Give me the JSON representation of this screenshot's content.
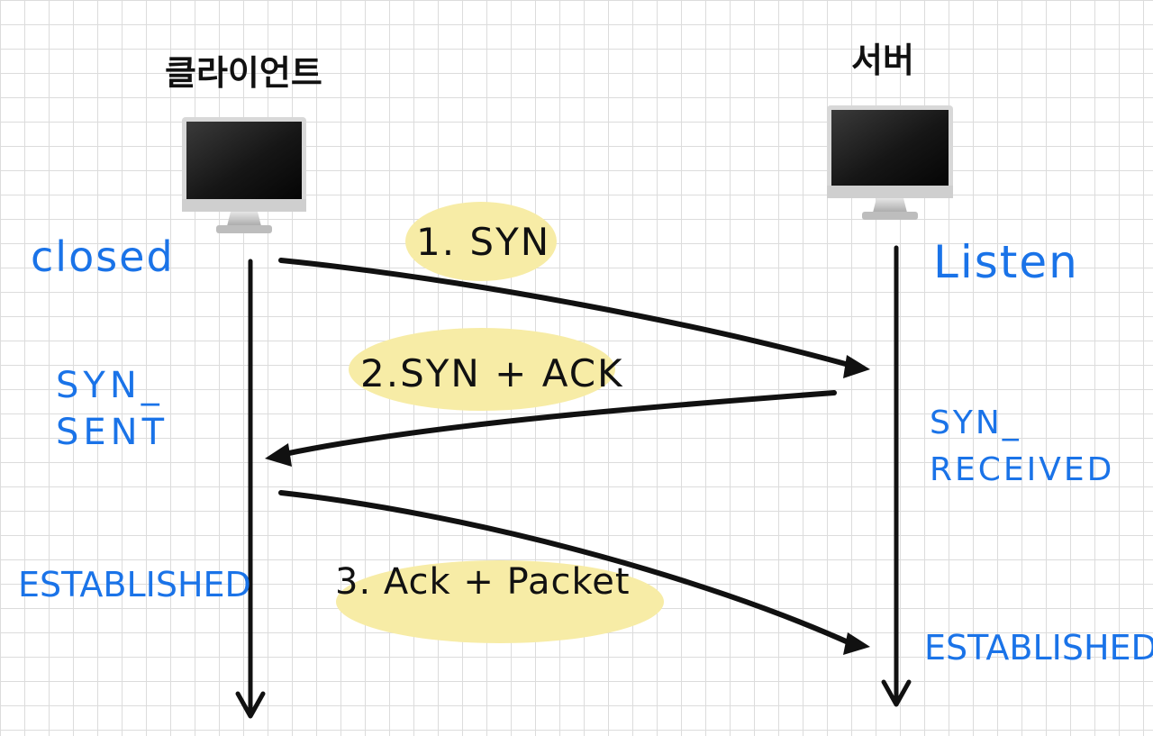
{
  "client": {
    "title": "클라이언트",
    "icon": "monitor-icon"
  },
  "server": {
    "title": "서버",
    "icon": "monitor-icon"
  },
  "client_states": {
    "closed": "closed",
    "syn_sent": "SYN_\nSENT",
    "established": "ESTABLISHED"
  },
  "server_states": {
    "listen": "Listen",
    "syn_received": "SYN_\nRECEIVED",
    "established": "ESTABLISHED"
  },
  "messages": [
    {
      "label": "1. SYN",
      "direction": "client-to-server"
    },
    {
      "label": "2.SYN + ACK",
      "direction": "server-to-client"
    },
    {
      "label": "3. Ack + Packet",
      "direction": "client-to-server"
    }
  ],
  "colors": {
    "state": "#1a73e8",
    "highlight": "#f7eca6",
    "ink": "#111111",
    "grid": "#dcdcdc"
  }
}
